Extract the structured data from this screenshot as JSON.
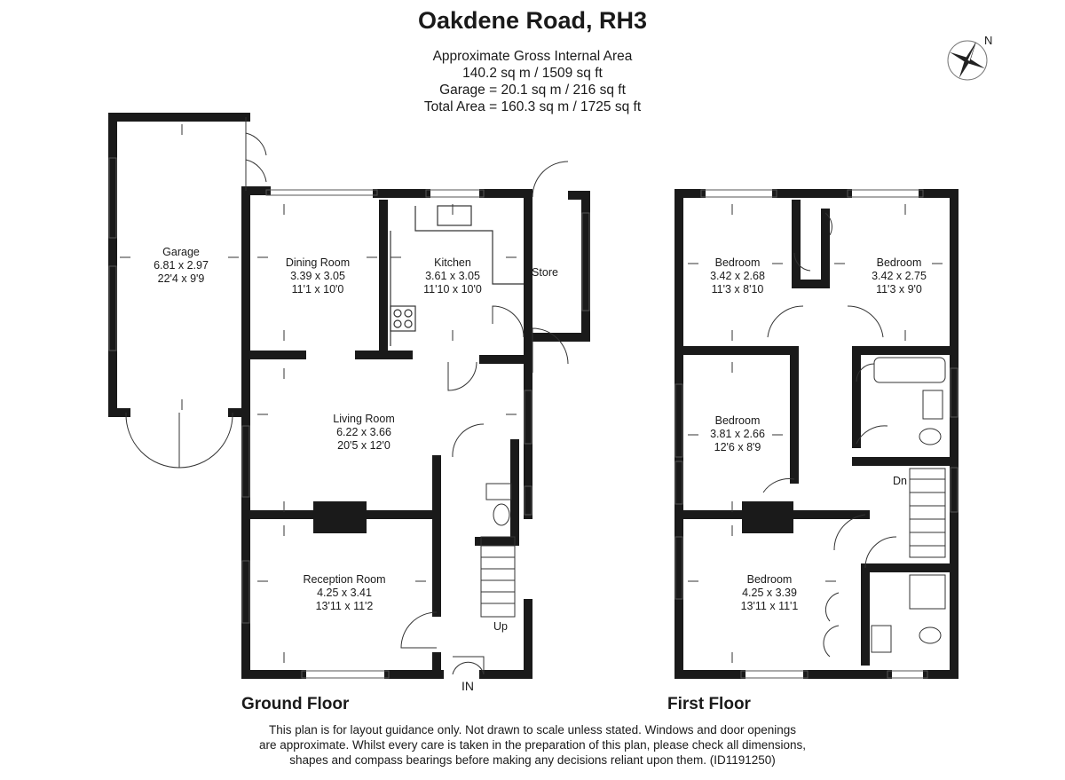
{
  "header": {
    "title": "Oakdene Road, RH3",
    "area_lines": [
      "Approximate Gross Internal Area",
      "140.2 sq m / 1509 sq ft",
      "Garage = 20.1 sq m / 216 sq ft",
      "Total Area = 160.3 sq m / 1725 sq ft"
    ]
  },
  "compass": {
    "label": "N",
    "icon": "compass-rose-icon"
  },
  "ground_floor": {
    "label": "Ground Floor",
    "entrance_label": "IN",
    "stairs_label": "Up",
    "rooms": [
      {
        "name": "Garage",
        "metric": "6.81 x 2.97",
        "imperial": "22'4 x 9'9"
      },
      {
        "name": "Dining Room",
        "metric": "3.39 x 3.05",
        "imperial": "11'1 x 10'0"
      },
      {
        "name": "Kitchen",
        "metric": "3.61 x 3.05",
        "imperial": "11'10 x 10'0"
      },
      {
        "name": "Store"
      },
      {
        "name": "Living Room",
        "metric": "6.22 x 3.66",
        "imperial": "20'5 x 12'0"
      },
      {
        "name": "Reception Room",
        "metric": "4.25 x 3.41",
        "imperial": "13'11 x 11'2"
      }
    ]
  },
  "first_floor": {
    "label": "First Floor",
    "stairs_label": "Dn",
    "rooms": [
      {
        "name": "Bedroom",
        "metric": "3.42 x 2.68",
        "imperial": "11'3 x 8'10"
      },
      {
        "name": "Bedroom",
        "metric": "3.42 x 2.75",
        "imperial": "11'3 x 9'0"
      },
      {
        "name": "Bedroom",
        "metric": "3.81 x 2.66",
        "imperial": "12'6 x 8'9"
      },
      {
        "name": "Bedroom",
        "metric": "4.25 x 3.39",
        "imperial": "13'11 x 11'1"
      }
    ]
  },
  "disclaimer": [
    "This plan is for layout guidance only. Not drawn to scale unless stated. Windows and door openings",
    "are approximate. Whilst every care is taken in the preparation of this plan, please check all dimensions,",
    "shapes and compass bearings before making any decisions reliant upon them. (ID1191250)"
  ]
}
